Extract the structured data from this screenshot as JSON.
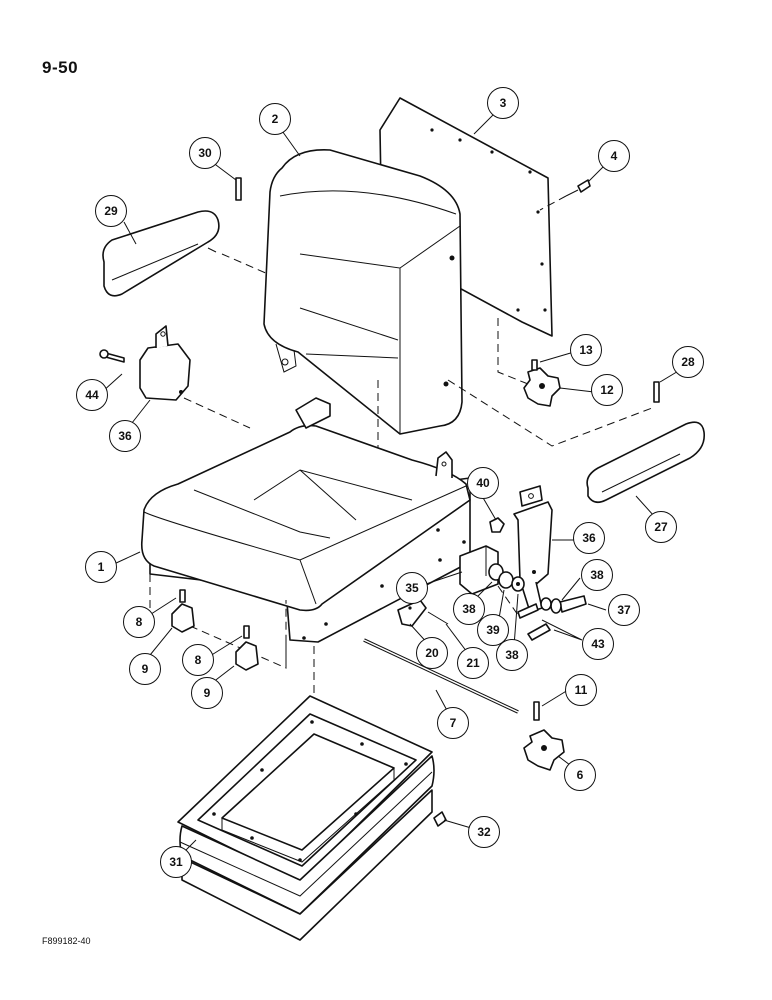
{
  "page_label": "9-50",
  "figure_code": "F899182-40",
  "callouts": [
    {
      "id": "c2",
      "num": "2"
    },
    {
      "id": "c3",
      "num": "3"
    },
    {
      "id": "c4",
      "num": "4"
    },
    {
      "id": "c30",
      "num": "30"
    },
    {
      "id": "c29",
      "num": "29"
    },
    {
      "id": "c13",
      "num": "13"
    },
    {
      "id": "c12",
      "num": "12"
    },
    {
      "id": "c28",
      "num": "28"
    },
    {
      "id": "c44",
      "num": "44"
    },
    {
      "id": "c36a",
      "num": "36"
    },
    {
      "id": "c27",
      "num": "27"
    },
    {
      "id": "c40",
      "num": "40"
    },
    {
      "id": "c36b",
      "num": "36"
    },
    {
      "id": "c1",
      "num": "1"
    },
    {
      "id": "c35",
      "num": "35"
    },
    {
      "id": "c38a",
      "num": "38"
    },
    {
      "id": "c38b",
      "num": "38"
    },
    {
      "id": "c37",
      "num": "37"
    },
    {
      "id": "c8a",
      "num": "8"
    },
    {
      "id": "c39",
      "num": "39"
    },
    {
      "id": "c38c",
      "num": "38"
    },
    {
      "id": "c43",
      "num": "43"
    },
    {
      "id": "c20",
      "num": "20"
    },
    {
      "id": "c21",
      "num": "21"
    },
    {
      "id": "c9a",
      "num": "9"
    },
    {
      "id": "c8b",
      "num": "8"
    },
    {
      "id": "c9b",
      "num": "9"
    },
    {
      "id": "c11",
      "num": "11"
    },
    {
      "id": "c7",
      "num": "7"
    },
    {
      "id": "c6",
      "num": "6"
    },
    {
      "id": "c32",
      "num": "32"
    },
    {
      "id": "c31",
      "num": "31"
    }
  ]
}
